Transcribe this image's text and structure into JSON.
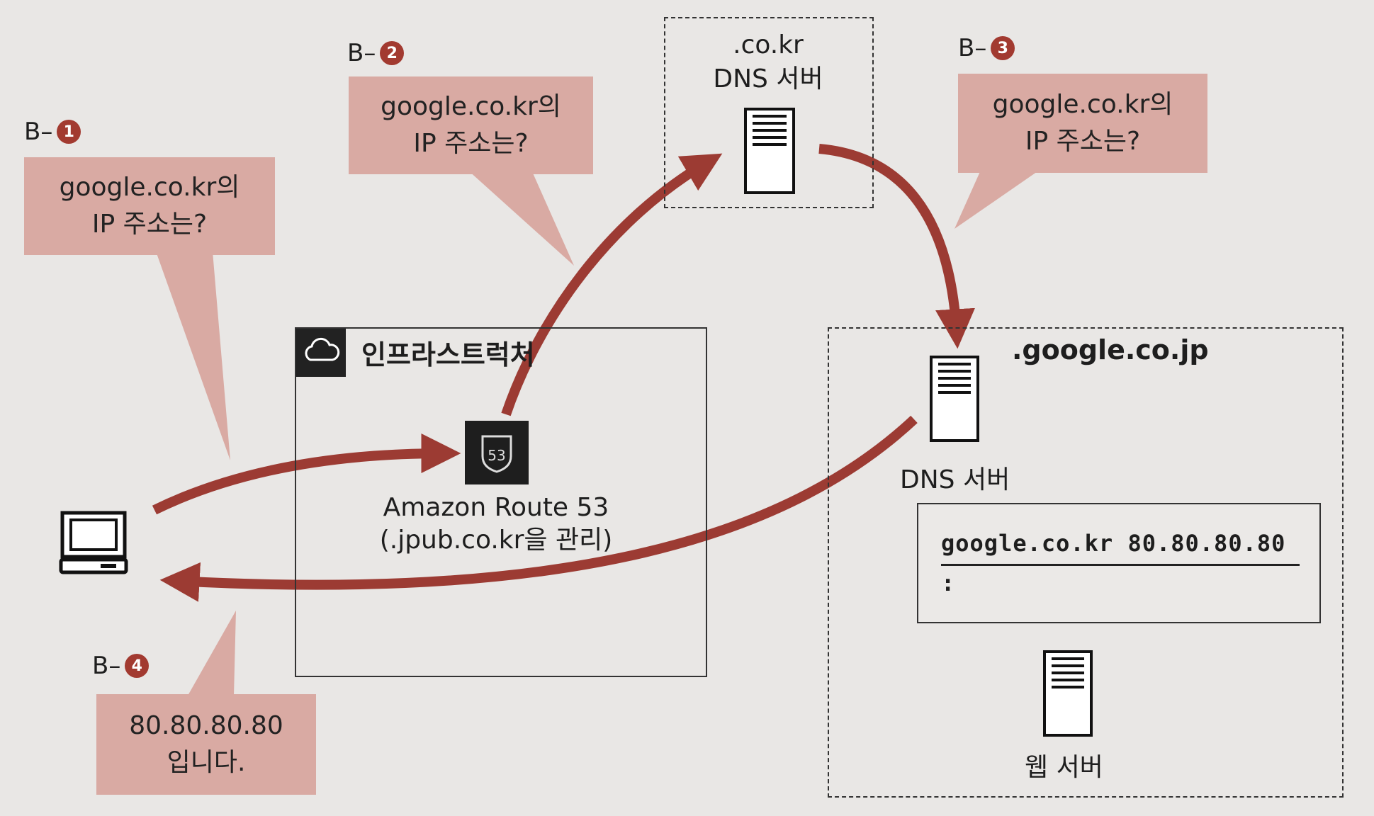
{
  "steps": {
    "b1": {
      "prefix": "B–",
      "num": "1",
      "bubble_line1": "google.co.kr의",
      "bubble_line2": "IP 주소는?"
    },
    "b2": {
      "prefix": "B–",
      "num": "2",
      "bubble_line1": "google.co.kr의",
      "bubble_line2": "IP 주소는?"
    },
    "b3": {
      "prefix": "B–",
      "num": "3",
      "bubble_line1": "google.co.kr의",
      "bubble_line2": "IP 주소는?"
    },
    "b4": {
      "prefix": "B–",
      "num": "4",
      "bubble_line1": "80.80.80.80",
      "bubble_line2": "입니다."
    }
  },
  "co_kr_server": {
    "title_line1": ".co.kr",
    "title_line2": "DNS 서버"
  },
  "infrastructure": {
    "title": "인프라스트럭처"
  },
  "route53": {
    "badge": "53",
    "label_line1": "Amazon Route 53",
    "label_line2": "(.jpub.co.kr을 관리)"
  },
  "google_zone": {
    "title": ".google.co.jp",
    "dns_label": "DNS 서버",
    "record_line1": "google.co.kr 80.80.80.80",
    "record_line2": ":",
    "web_label": "웹 서버"
  },
  "colors": {
    "arrow": "#9c3b33",
    "bubble": "#d9aaa3",
    "step_badge": "#a23a30"
  }
}
